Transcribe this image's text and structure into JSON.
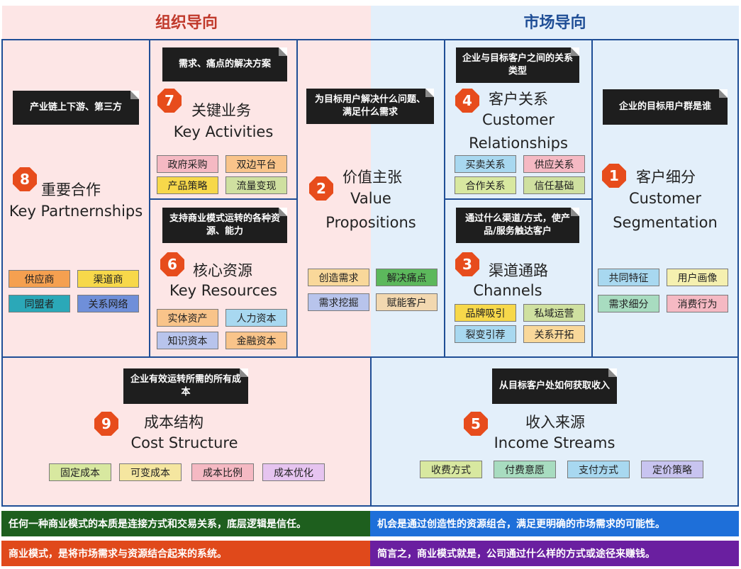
{
  "headers": {
    "left": "组织导向",
    "right": "市场导向"
  },
  "blocks": {
    "partners": {
      "number": "8",
      "title": "重要合作",
      "en": "Key Partnernships",
      "callout": "产业链上下游、第三方",
      "tags": [
        "供应商",
        "渠道商",
        "同盟者",
        "关系网络"
      ]
    },
    "activities": {
      "number": "7",
      "title": "关键业务",
      "en": "Key Activities",
      "callout": "需求、痛点的解决方案",
      "tags": [
        "政府采购",
        "双边平台",
        "产品策略",
        "流量变现"
      ]
    },
    "resources": {
      "number": "6",
      "title": "核心资源",
      "en": "Key Resources",
      "callout": "支持商业模式运转的各种资源、能力",
      "tags": [
        "实体资产",
        "人力资本",
        "知识资本",
        "金融资本"
      ]
    },
    "value": {
      "number": "2",
      "title": "价值主张",
      "en1": "Value",
      "en2": "Propositions",
      "callout": "为目标用户解决什么问题、满足什么需求",
      "tags": [
        "创造需求",
        "解决痛点",
        "需求挖掘",
        "赋能客户"
      ]
    },
    "relationships": {
      "number": "4",
      "title": "客户关系",
      "en1": "Customer",
      "en2": "Relationships",
      "callout": "企业与目标客户之间的关系类型",
      "tags": [
        "买卖关系",
        "供应关系",
        "合作关系",
        "信任基础"
      ]
    },
    "channels": {
      "number": "3",
      "title": "渠道通路",
      "en": "Channels",
      "callout": "通过什么渠道/方式，使产品/服务触达客户",
      "tags": [
        "品牌吸引",
        "私域运营",
        "裂变引荐",
        "关系开拓"
      ]
    },
    "segments": {
      "number": "1",
      "title": "客户细分",
      "en1": "Customer",
      "en2": "Segmentation",
      "callout": "企业的目标用户群是谁",
      "tags": [
        "共同特征",
        "用户画像",
        "需求细分",
        "消费行为"
      ]
    },
    "cost": {
      "number": "9",
      "title": "成本结构",
      "en": "Cost Structure",
      "callout": "企业有效运转所需的所有成本",
      "tags": [
        "固定成本",
        "可变成本",
        "成本比例",
        "成本优化"
      ]
    },
    "revenue": {
      "number": "5",
      "title": "收入来源",
      "en": "Income Streams",
      "callout": "从目标客户处如何获取收入",
      "tags": [
        "收费方式",
        "付费意愿",
        "支付方式",
        "定价策略"
      ]
    }
  },
  "banners": [
    "任何一种商业模式的本质是连接方式和交易关系，底层逻辑是信任。",
    "机会是通过创造性的资源组合，满足更明确的市场需求的可能性。",
    "商业模式，是将市场需求与资源结合起来的系统。",
    "简言之，商业模式就是，公司通过什么样的方式或途径来赚钱。"
  ],
  "colors": {
    "blue_border": "#1f4e96",
    "badge": "#e74c1c",
    "banner_green": "#1e5f1e",
    "banner_blue": "#1e6fd9",
    "banner_orange": "#e0491b",
    "banner_purple": "#6a1fa0"
  }
}
